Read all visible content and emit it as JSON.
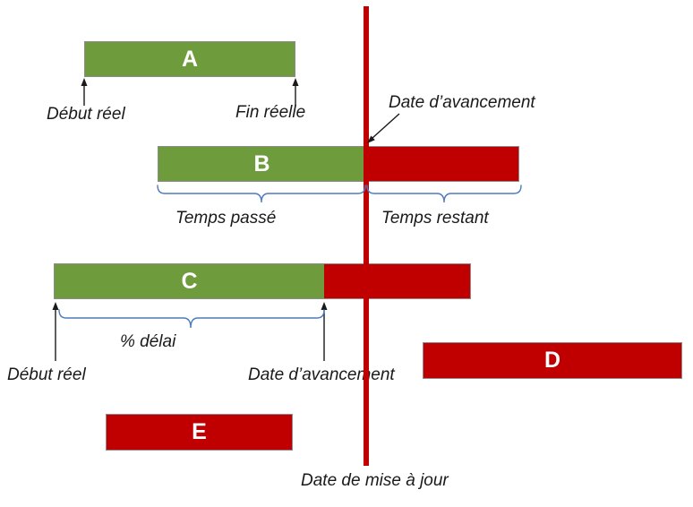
{
  "diagram": {
    "colors": {
      "bar_green": "#6E9C3D",
      "bar_red": "#C00000",
      "progress_line_red": "#C00000",
      "bar_border_grey": "#8C8C8C",
      "brace_blue": "#4E7CBC",
      "text_black": "#1a1a1a"
    },
    "bars": {
      "A": {
        "label": "A"
      },
      "B": {
        "label": "B"
      },
      "C": {
        "label": "C"
      },
      "D": {
        "label": "D"
      },
      "E": {
        "label": "E"
      }
    },
    "labels": {
      "debut_reel_top": "Début réel",
      "fin_reelle": "Fin réelle",
      "date_avancement_top": "Date d’avancement",
      "temps_passe": "Temps passé",
      "temps_restant": "Temps restant",
      "pct_delai": "% délai",
      "debut_reel_bottom": "Début réel",
      "date_avancement_bottom": "Date d’avancement",
      "date_mise_a_jour": "Date de mise à jour"
    }
  }
}
